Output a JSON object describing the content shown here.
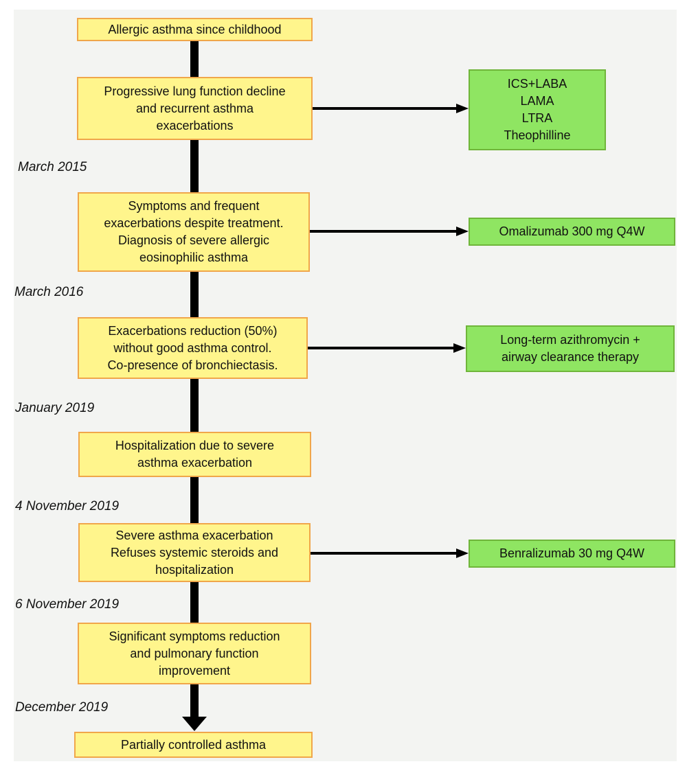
{
  "timeline": [
    {
      "label": "Allergic asthma since childhood"
    },
    {
      "lines": [
        "Progressive lung function decline",
        "and recurrent asthma",
        "exacerbations"
      ]
    },
    {
      "lines": [
        "Symptoms and frequent",
        "exacerbations despite treatment.",
        "Diagnosis of severe allergic",
        "eosinophilic asthma"
      ]
    },
    {
      "lines": [
        "Exacerbations reduction (50%)",
        "without good asthma control.",
        "Co-presence of bronchiectasis."
      ]
    },
    {
      "lines": [
        "Hospitalization due to severe",
        "asthma exacerbation"
      ]
    },
    {
      "lines": [
        "Severe asthma exacerbation",
        "Refuses systemic steroids and",
        "hospitalization"
      ]
    },
    {
      "lines": [
        "Significant symptoms reduction",
        "and pulmonary function",
        "improvement"
      ]
    },
    {
      "label": "Partially controlled asthma"
    }
  ],
  "dates": [
    "March 2015",
    "March 2016",
    "January 2019",
    "4 November 2019",
    "6 November 2019",
    "December 2019"
  ],
  "treatments": [
    {
      "lines": [
        "ICS+LABA",
        "LAMA",
        "LTRA",
        "Theophilline"
      ]
    },
    {
      "label": "Omalizumab 300 mg Q4W"
    },
    {
      "lines": [
        "Long-term azithromycin +",
        "airway clearance therapy"
      ]
    },
    {
      "label": "Benralizumab 30 mg Q4W"
    }
  ],
  "colors": {
    "event_fill": "#fff58c",
    "event_border": "#f0a64a",
    "treatment_fill": "#8fe562",
    "treatment_border": "#6fb53a",
    "arrow": "#000000"
  }
}
